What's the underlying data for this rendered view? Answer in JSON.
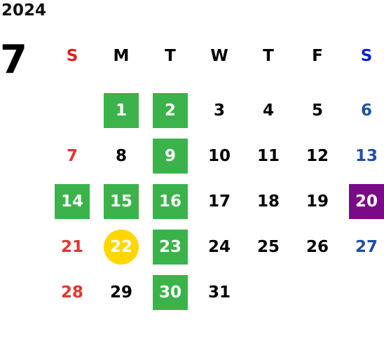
{
  "year": "2024",
  "month": "7",
  "weekdays": [
    "S",
    "M",
    "T",
    "W",
    "T",
    "F",
    "S"
  ],
  "colors": {
    "green_highlight": "#3bb34a",
    "purple_highlight": "#7a0a86",
    "yellow_circle": "#ffd700",
    "sunday": "#e53530",
    "saturday": "#1f4fa3"
  },
  "weeks": [
    [
      null,
      {
        "d": "1",
        "hl": "green"
      },
      {
        "d": "2",
        "hl": "green"
      },
      {
        "d": "3"
      },
      {
        "d": "4"
      },
      {
        "d": "5"
      },
      {
        "d": "6"
      }
    ],
    [
      {
        "d": "7"
      },
      {
        "d": "8"
      },
      {
        "d": "9",
        "hl": "green"
      },
      {
        "d": "10"
      },
      {
        "d": "11"
      },
      {
        "d": "12"
      },
      {
        "d": "13"
      }
    ],
    [
      {
        "d": "14",
        "hl": "green"
      },
      {
        "d": "15",
        "hl": "green"
      },
      {
        "d": "16",
        "hl": "green"
      },
      {
        "d": "17"
      },
      {
        "d": "18"
      },
      {
        "d": "19"
      },
      {
        "d": "20",
        "hl": "purple"
      }
    ],
    [
      {
        "d": "21"
      },
      {
        "d": "22",
        "hl": "circle"
      },
      {
        "d": "23",
        "hl": "green"
      },
      {
        "d": "24"
      },
      {
        "d": "25"
      },
      {
        "d": "26"
      },
      {
        "d": "27"
      }
    ],
    [
      {
        "d": "28"
      },
      {
        "d": "29"
      },
      {
        "d": "30",
        "hl": "green"
      },
      {
        "d": "31"
      },
      null,
      null,
      null
    ]
  ]
}
